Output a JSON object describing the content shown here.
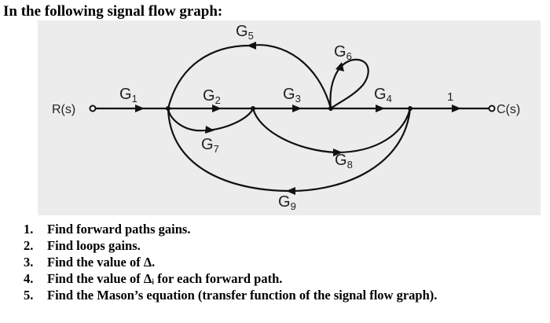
{
  "title": "In the following signal flow graph:",
  "graph": {
    "input_label": "R(s)",
    "output_label": "C(s)",
    "gains": [
      {
        "name": "G",
        "sub": "1"
      },
      {
        "name": "G",
        "sub": "2"
      },
      {
        "name": "G",
        "sub": "3"
      },
      {
        "name": "G",
        "sub": "4"
      },
      {
        "name": "G",
        "sub": "5"
      },
      {
        "name": "G",
        "sub": "6"
      },
      {
        "name": "G",
        "sub": "7"
      },
      {
        "name": "G",
        "sub": "8"
      },
      {
        "name": "G",
        "sub": "9"
      }
    ],
    "unity_gain": "1"
  },
  "questions": [
    {
      "num": "1.",
      "text": "Find forward paths gains."
    },
    {
      "num": "2.",
      "text": "Find loops gains."
    },
    {
      "num": "3.",
      "text": "Find the value of Δ."
    },
    {
      "num": "4.",
      "text": "Find the value of Δᵢ for each forward path."
    },
    {
      "num": "5.",
      "text": "Find the Mason’s equation (transfer function of the signal flow graph)."
    }
  ]
}
